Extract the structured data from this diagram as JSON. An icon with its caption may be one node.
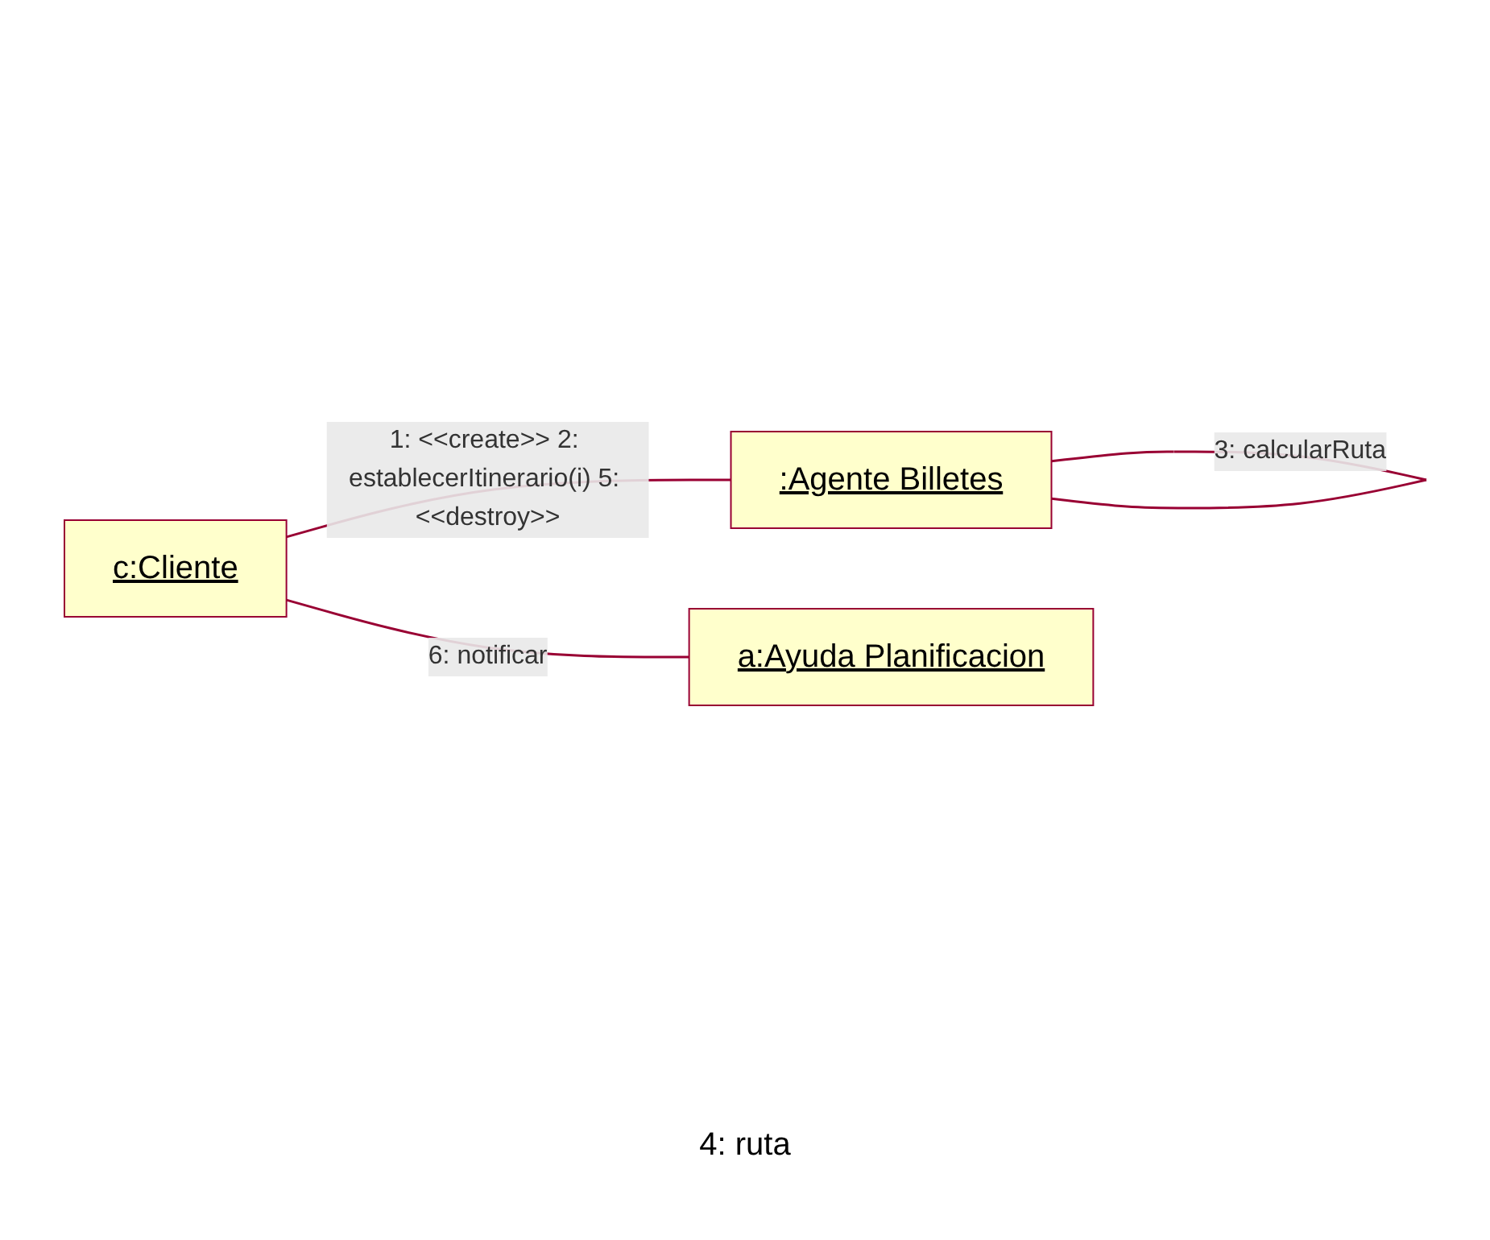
{
  "diagram": {
    "nodes": [
      {
        "text": [
          "c:Cliente"
        ]
      },
      {
        "text": [
          ":Agente Billetes"
        ]
      },
      {
        "text": [
          "a:Ayuda Planificacion"
        ]
      }
    ],
    "edges": [
      {
        "from": 0,
        "to": 1,
        "arrow": "none",
        "label": "1: <<create>> 2: establecerItinerario(i) 5: <<destroy>>"
      },
      {
        "from": 1,
        "to": 1,
        "arrow": "none",
        "label": "3: calcularRuta"
      },
      {
        "from": 0,
        "to": 2,
        "arrow": "none",
        "label": "6: notificar"
      }
    ],
    "labels": [
      "4: ruta"
    ]
  }
}
